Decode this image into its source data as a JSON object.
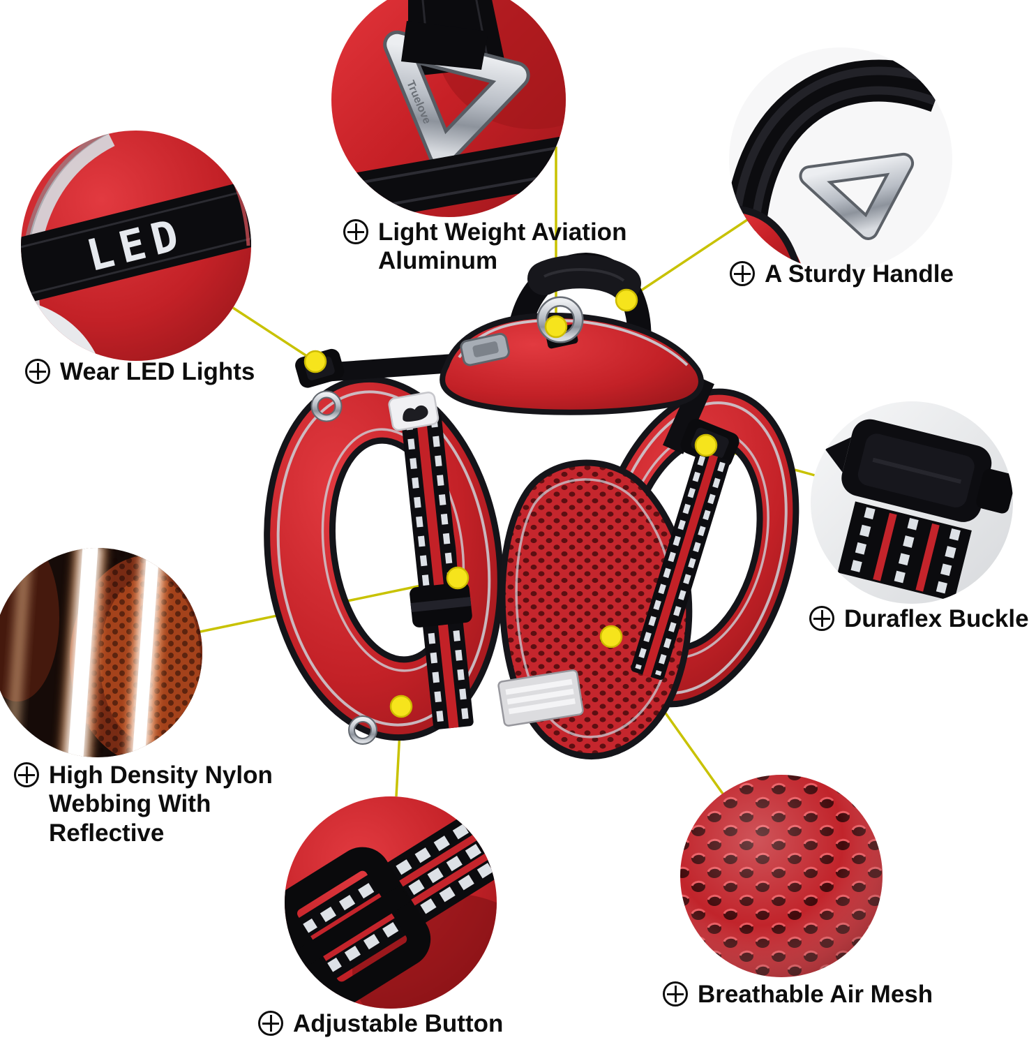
{
  "features": [
    {
      "id": "aluminum",
      "lines": [
        "Light Weight Aviation",
        "Aluminum"
      ]
    },
    {
      "id": "handle",
      "lines": [
        "A Sturdy Handle"
      ]
    },
    {
      "id": "led",
      "lines": [
        "Wear LED Lights"
      ]
    },
    {
      "id": "buckle",
      "lines": [
        "Duraflex Buckle"
      ]
    },
    {
      "id": "webbing",
      "lines": [
        "High Density Nylon",
        "Webbing With",
        "Reflective"
      ]
    },
    {
      "id": "mesh",
      "lines": [
        "Breathable Air Mesh"
      ]
    },
    {
      "id": "adjust",
      "lines": [
        "Adjustable Button"
      ]
    }
  ],
  "details": {
    "led_text": "LED",
    "ring_brand": "Truelove"
  },
  "colors": {
    "background": "#ffffff",
    "harness_red": "#c32127",
    "strap_black": "#0d0d11",
    "reflective_gray": "#cdd2d9",
    "metal_silver": "#b9bec6",
    "callout_line": "#c8c200",
    "callout_dot": "#f6e41c",
    "label_text": "#0d0d0d"
  }
}
